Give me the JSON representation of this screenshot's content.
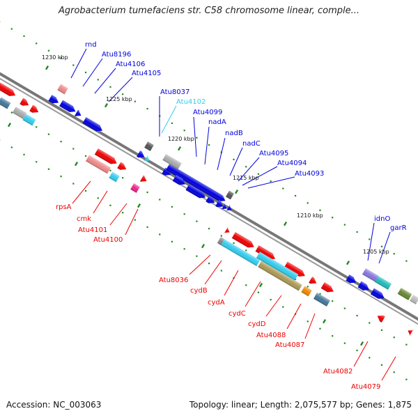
{
  "title": "Agrobacterium tumefaciens str. C58 chromosome linear, comple...",
  "footer": {
    "accession": "Accession: NC_003063",
    "summary": "Topology: linear; Length: 2,075,577 bp; Genes: 1,875"
  },
  "colors": {
    "forward": "#0000dd",
    "reverse": "#ee0000",
    "highlight": "#33ccee",
    "backbone": "#888888",
    "tick": "#228822"
  },
  "scale": [
    "1230 kbp",
    "1225 kbp",
    "1220 kbp",
    "1215 kbp",
    "1210 kbp",
    "1205 kbp"
  ],
  "forward_genes": [
    "rnd",
    "Atu8196",
    "Atu4106",
    "Atu4105",
    "Atu8037",
    "Atu4102",
    "Atu4099",
    "nadA",
    "nadB",
    "nadC",
    "Atu4095",
    "Atu4094",
    "Atu4093",
    "idnO",
    "garR"
  ],
  "reverse_genes": [
    "rpsA",
    "cmk",
    "Atu4101",
    "Atu4100",
    "Atu8036",
    "cydB",
    "cydA",
    "cydC",
    "cydD",
    "Atu4088",
    "Atu4087",
    "Atu4082",
    "Atu4079"
  ]
}
